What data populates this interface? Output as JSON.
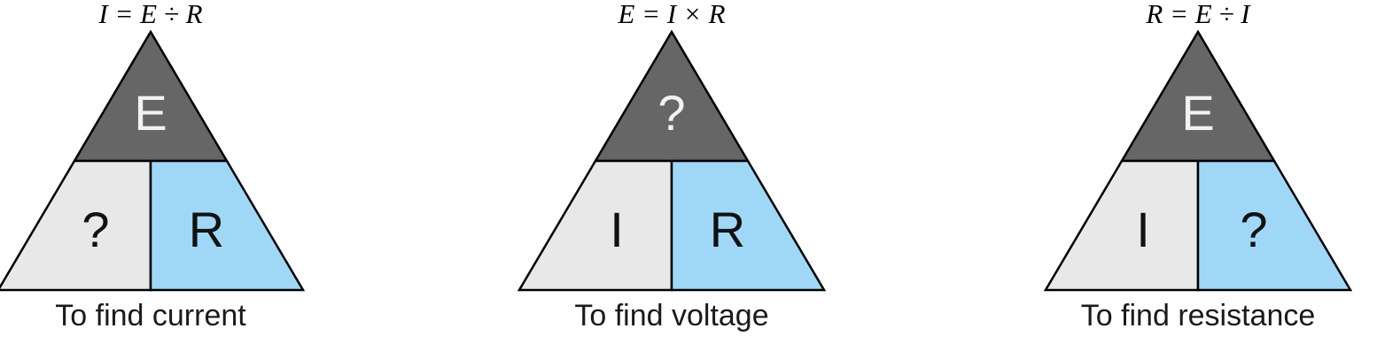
{
  "colors": {
    "top_fill": "#666666",
    "left_fill": "#e8e8e8",
    "right_fill": "#9fd8f7",
    "outline": "#000000",
    "top_label_color": "#f2f2f2",
    "bottom_label_color": "#111111"
  },
  "triangles": [
    {
      "formula": "I = E ÷ R",
      "top_label": "E",
      "left_label": "?",
      "right_label": "R",
      "caption": "To find current"
    },
    {
      "formula": "E = I × R",
      "top_label": "?",
      "left_label": "I",
      "right_label": "R",
      "caption": "To find voltage"
    },
    {
      "formula": "R = E ÷ I",
      "top_label": "E",
      "left_label": "I",
      "right_label": "?",
      "caption": "To find resistance"
    }
  ]
}
